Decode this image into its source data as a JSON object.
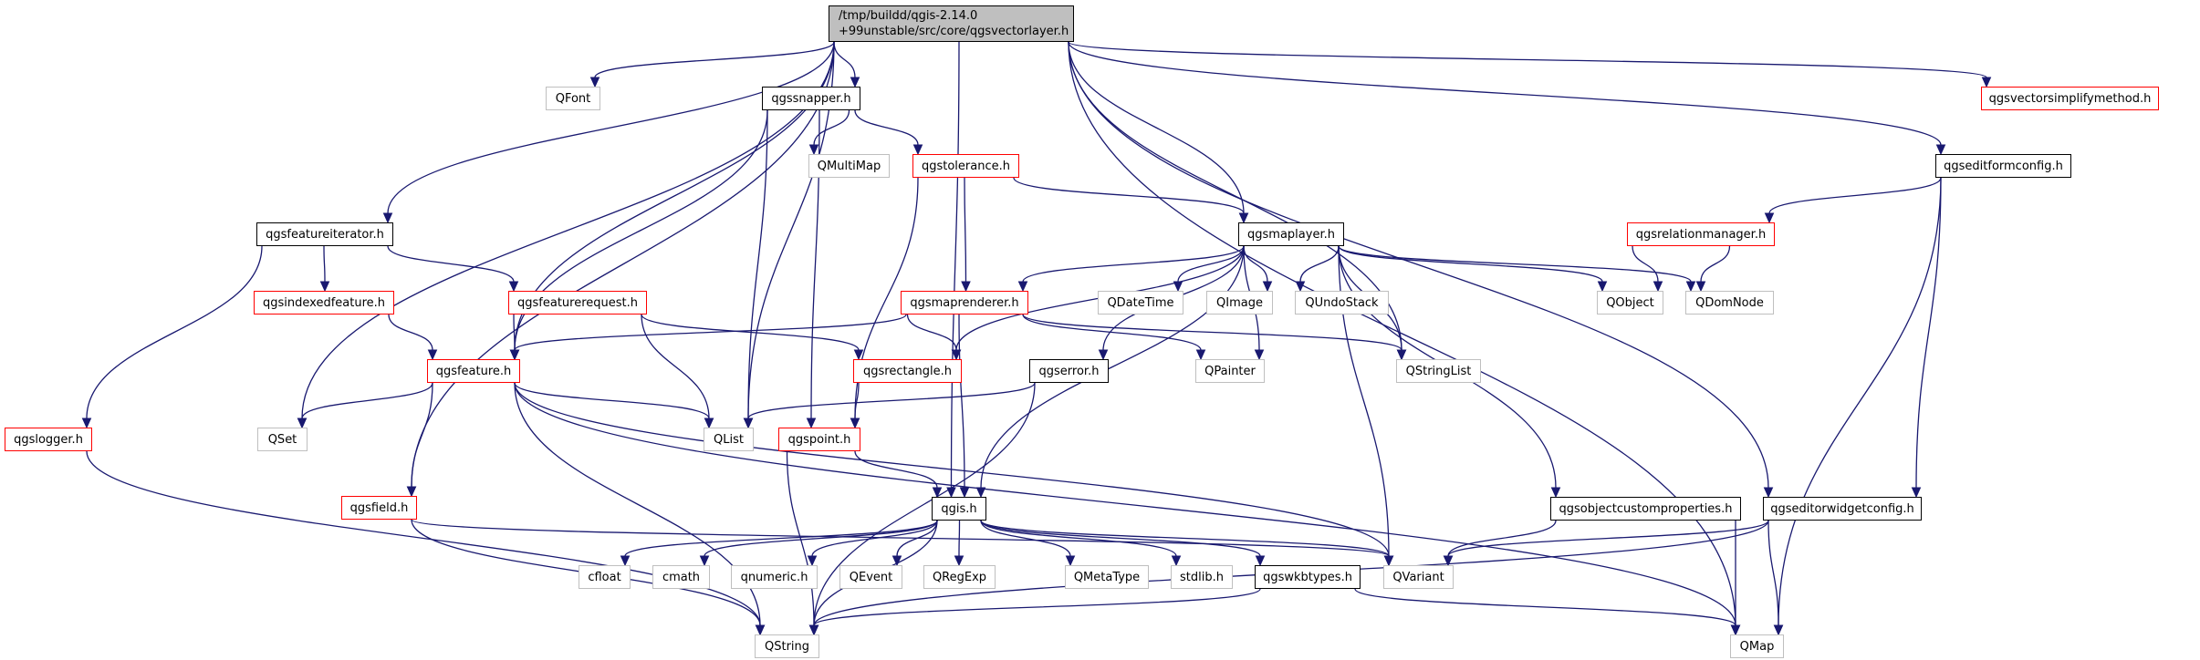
{
  "colors": {
    "edge": "#191970",
    "main_fill": "#bfbfbf",
    "documented_border": "#000000",
    "incomplete_border": "#ff0000",
    "external_border": "#bfbfbf"
  },
  "main_node": {
    "line1": "/tmp/buildd/qgis-2.14.0",
    "line2": "+99unstable/src/core/qgsvectorlayer.h"
  },
  "nodes": [
    {
      "id": "QFont",
      "label": "QFont",
      "kind": "ext"
    },
    {
      "id": "qgssnapper",
      "label": "qgssnapper.h",
      "kind": "doc"
    },
    {
      "id": "qgsvectorsimplifymethod",
      "label": "qgsvectorsimplifymethod.h",
      "kind": "red"
    },
    {
      "id": "QMultiMap",
      "label": "QMultiMap",
      "kind": "ext"
    },
    {
      "id": "qgstolerance",
      "label": "qgstolerance.h",
      "kind": "red"
    },
    {
      "id": "qgseditformconfig",
      "label": "qgseditformconfig.h",
      "kind": "doc"
    },
    {
      "id": "qgsfeatureiterator",
      "label": "qgsfeatureiterator.h",
      "kind": "doc"
    },
    {
      "id": "qgsmaplayer",
      "label": "qgsmaplayer.h",
      "kind": "doc"
    },
    {
      "id": "qgsrelationmanager",
      "label": "qgsrelationmanager.h",
      "kind": "red"
    },
    {
      "id": "qgsindexedfeature",
      "label": "qgsindexedfeature.h",
      "kind": "red"
    },
    {
      "id": "qgsfeaturerequest",
      "label": "qgsfeaturerequest.h",
      "kind": "red"
    },
    {
      "id": "qgsmaprenderer",
      "label": "qgsmaprenderer.h",
      "kind": "red"
    },
    {
      "id": "QDateTime",
      "label": "QDateTime",
      "kind": "ext"
    },
    {
      "id": "QImage",
      "label": "QImage",
      "kind": "ext"
    },
    {
      "id": "QUndoStack",
      "label": "QUndoStack",
      "kind": "ext"
    },
    {
      "id": "QObject",
      "label": "QObject",
      "kind": "ext"
    },
    {
      "id": "QDomNode",
      "label": "QDomNode",
      "kind": "ext"
    },
    {
      "id": "qgsfeature",
      "label": "qgsfeature.h",
      "kind": "red"
    },
    {
      "id": "qgsrectangle",
      "label": "qgsrectangle.h",
      "kind": "red"
    },
    {
      "id": "qgserror",
      "label": "qgserror.h",
      "kind": "doc"
    },
    {
      "id": "QPainter",
      "label": "QPainter",
      "kind": "ext"
    },
    {
      "id": "QStringList",
      "label": "QStringList",
      "kind": "ext"
    },
    {
      "id": "qgslogger",
      "label": "qgslogger.h",
      "kind": "red"
    },
    {
      "id": "QSet",
      "label": "QSet",
      "kind": "ext"
    },
    {
      "id": "QList",
      "label": "QList",
      "kind": "ext"
    },
    {
      "id": "qgspoint",
      "label": "qgspoint.h",
      "kind": "red"
    },
    {
      "id": "qgsfield",
      "label": "qgsfield.h",
      "kind": "red"
    },
    {
      "id": "qgis",
      "label": "qgis.h",
      "kind": "doc"
    },
    {
      "id": "qgsobjectcustomproperties",
      "label": "qgsobjectcustomproperties.h",
      "kind": "doc"
    },
    {
      "id": "qgseditorwidgetconfig",
      "label": "qgseditorwidgetconfig.h",
      "kind": "doc"
    },
    {
      "id": "cfloat",
      "label": "cfloat",
      "kind": "ext"
    },
    {
      "id": "cmath",
      "label": "cmath",
      "kind": "ext"
    },
    {
      "id": "qnumeric",
      "label": "qnumeric.h",
      "kind": "ext"
    },
    {
      "id": "QEvent",
      "label": "QEvent",
      "kind": "ext"
    },
    {
      "id": "QRegExp",
      "label": "QRegExp",
      "kind": "ext"
    },
    {
      "id": "QMetaType",
      "label": "QMetaType",
      "kind": "ext"
    },
    {
      "id": "stdlib",
      "label": "stdlib.h",
      "kind": "ext"
    },
    {
      "id": "qgswkbtypes",
      "label": "qgswkbtypes.h",
      "kind": "doc"
    },
    {
      "id": "QVariant",
      "label": "QVariant",
      "kind": "ext"
    },
    {
      "id": "QString",
      "label": "QString",
      "kind": "ext"
    },
    {
      "id": "QMap",
      "label": "QMap",
      "kind": "ext"
    }
  ],
  "edges": [
    [
      "main",
      "QFont"
    ],
    [
      "main",
      "qgssnapper"
    ],
    [
      "main",
      "QList"
    ],
    [
      "main",
      "qgsfeature"
    ],
    [
      "main",
      "QSet"
    ],
    [
      "main",
      "qgsfeatureiterator"
    ],
    [
      "main",
      "qgsfield"
    ],
    [
      "main",
      "qgis"
    ],
    [
      "main",
      "QStringList"
    ],
    [
      "main",
      "qgsmaplayer"
    ],
    [
      "main",
      "qgsvectorsimplifymethod"
    ],
    [
      "main",
      "qgseditformconfig"
    ],
    [
      "main",
      "qgseditorwidgetconfig"
    ],
    [
      "main",
      "QMap"
    ],
    [
      "qgssnapper",
      "QMultiMap"
    ],
    [
      "qgssnapper",
      "qgstolerance"
    ],
    [
      "qgssnapper",
      "qgsfeature"
    ],
    [
      "qgssnapper",
      "QList"
    ],
    [
      "qgssnapper",
      "qgspoint"
    ],
    [
      "qgstolerance",
      "qgsmaplayer"
    ],
    [
      "qgstolerance",
      "qgsmaprenderer"
    ],
    [
      "qgstolerance",
      "qgspoint"
    ],
    [
      "qgsmaplayer",
      "qgsmaprenderer"
    ],
    [
      "qgsmaplayer",
      "qgsrectangle"
    ],
    [
      "qgsmaplayer",
      "qgserror"
    ],
    [
      "qgsmaplayer",
      "QDateTime"
    ],
    [
      "qgsmaplayer",
      "QImage"
    ],
    [
      "qgsmaplayer",
      "QUndoStack"
    ],
    [
      "qgsmaplayer",
      "QPainter"
    ],
    [
      "qgsmaplayer",
      "QObject"
    ],
    [
      "qgsmaplayer",
      "QDomNode"
    ],
    [
      "qgsmaplayer",
      "QStringList"
    ],
    [
      "qgsmaplayer",
      "qgis"
    ],
    [
      "qgsmaplayer",
      "QVariant"
    ],
    [
      "qgsmaplayer",
      "qgsobjectcustomproperties"
    ],
    [
      "qgsmaprenderer",
      "qgsfeature"
    ],
    [
      "qgsmaprenderer",
      "qgsrectangle"
    ],
    [
      "qgsmaprenderer",
      "qgis"
    ],
    [
      "qgsmaprenderer",
      "QPainter"
    ],
    [
      "qgsmaprenderer",
      "QStringList"
    ],
    [
      "qgsfeatureiterator",
      "qgsindexedfeature"
    ],
    [
      "qgsfeatureiterator",
      "qgsfeaturerequest"
    ],
    [
      "qgsfeatureiterator",
      "qgslogger"
    ],
    [
      "qgsindexedfeature",
      "qgsfeature"
    ],
    [
      "qgsfeaturerequest",
      "qgsfeature"
    ],
    [
      "qgsfeaturerequest",
      "qgsrectangle"
    ],
    [
      "qgsfeaturerequest",
      "QList"
    ],
    [
      "qgsfeature",
      "QSet"
    ],
    [
      "qgsfeature",
      "QList"
    ],
    [
      "qgsfeature",
      "qgsfield"
    ],
    [
      "qgsfeature",
      "QString"
    ],
    [
      "qgsfeature",
      "QMap"
    ],
    [
      "qgsfeature",
      "QVariant"
    ],
    [
      "qgsrectangle",
      "qgspoint"
    ],
    [
      "qgserror",
      "QList"
    ],
    [
      "qgserror",
      "QString"
    ],
    [
      "qgspoint",
      "qgis"
    ],
    [
      "qgspoint",
      "QString"
    ],
    [
      "qgslogger",
      "QString"
    ],
    [
      "qgsfield",
      "QVariant"
    ],
    [
      "qgsfield",
      "QString"
    ],
    [
      "qgis",
      "cfloat"
    ],
    [
      "qgis",
      "cmath"
    ],
    [
      "qgis",
      "qnumeric"
    ],
    [
      "qgis",
      "QEvent"
    ],
    [
      "qgis",
      "QRegExp"
    ],
    [
      "qgis",
      "QMetaType"
    ],
    [
      "qgis",
      "stdlib"
    ],
    [
      "qgis",
      "qgswkbtypes"
    ],
    [
      "qgis",
      "QVariant"
    ],
    [
      "qgis",
      "QString"
    ],
    [
      "qgswkbtypes",
      "QString"
    ],
    [
      "qgswkbtypes",
      "QMap"
    ],
    [
      "qgsobjectcustomproperties",
      "QVariant"
    ],
    [
      "qgsobjectcustomproperties",
      "QMap"
    ],
    [
      "qgseditorwidgetconfig",
      "QVariant"
    ],
    [
      "qgseditorwidgetconfig",
      "QString"
    ],
    [
      "qgseditorwidgetconfig",
      "QMap"
    ],
    [
      "qgseditformconfig",
      "qgsrelationmanager"
    ],
    [
      "qgseditformconfig",
      "qgseditorwidgetconfig"
    ],
    [
      "qgseditformconfig",
      "QMap"
    ],
    [
      "qgsrelationmanager",
      "QObject"
    ],
    [
      "qgsrelationmanager",
      "QDomNode"
    ]
  ]
}
